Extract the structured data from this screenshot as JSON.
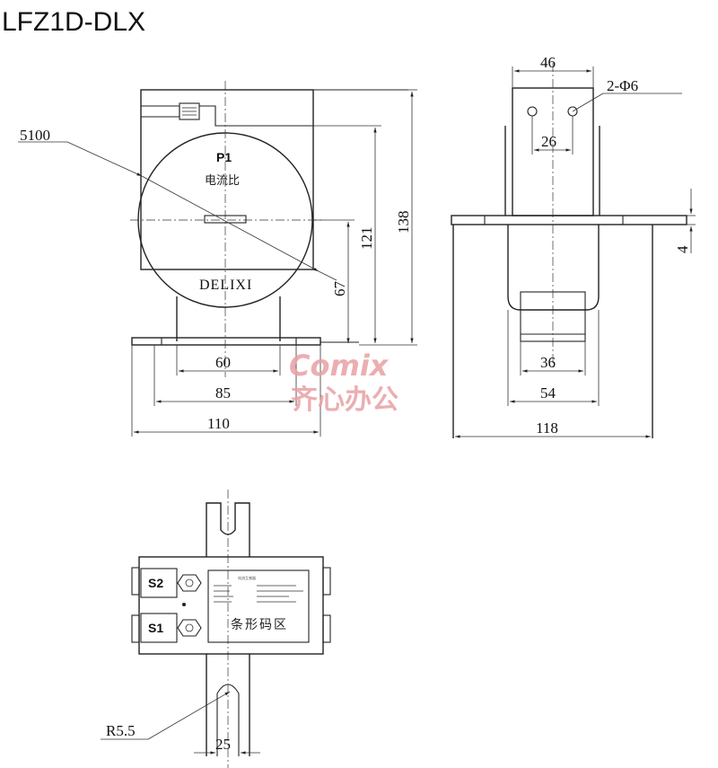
{
  "title": "LFZ1D-DLX",
  "front_view": {
    "label_p1": "P1",
    "label_ratio": "电流比",
    "brand": "DELIXI",
    "dims": {
      "d5100": "5100",
      "d138": "138",
      "d121": "121",
      "d67": "67",
      "d60": "60",
      "d85": "85",
      "d110": "110"
    }
  },
  "side_view": {
    "dims": {
      "d46": "46",
      "hole_label": "2-Φ6",
      "d26": "26",
      "d4": "4",
      "d36": "36",
      "d54": "54",
      "d118": "118"
    }
  },
  "top_view": {
    "s2": "S2",
    "s1": "S1",
    "plate_heading": "电流互感器",
    "barcode_area": "条形码区",
    "dims": {
      "r55": "R5.5",
      "d25": "25"
    }
  },
  "watermark": {
    "line1": "Comix",
    "line2": "齐心办公"
  }
}
